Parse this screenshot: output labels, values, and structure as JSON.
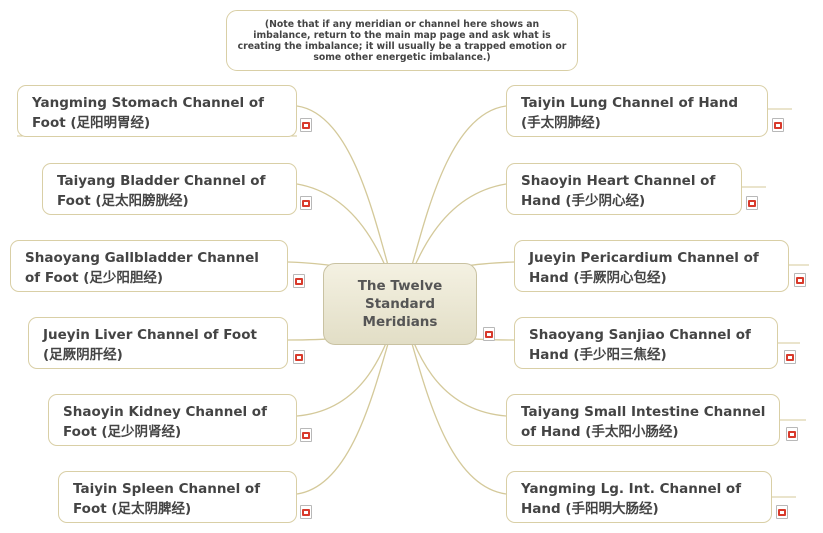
{
  "center_label": "The Twelve Standard Meridians",
  "note": "(Note that if any meridian or channel here shows an imbalance, return to the main map page and ask what is creating the imbalance; it will usually be a trapped emotion or some other energetic imbalance.)",
  "left_nodes": [
    {
      "label": "Yangming Stomach Channel of Foot (足阳明胃经)"
    },
    {
      "label": "Taiyang Bladder Channel of Foot (足太阳膀胱经)"
    },
    {
      "label": "Shaoyang Gallbladder Channel of Foot (足少阳胆经)"
    },
    {
      "label": "Jueyin Liver Channel of Foot (足厥阴肝经)"
    },
    {
      "label": "Shaoyin Kidney Channel of Foot (足少阴肾经)"
    },
    {
      "label": "Taiyin Spleen Channel of Foot (足太阴脾经)"
    }
  ],
  "right_nodes": [
    {
      "label": "Taiyin Lung Channel of Hand (手太阴肺经)"
    },
    {
      "label": "Shaoyin Heart Channel of Hand (手少阴心经)"
    },
    {
      "label": "Jueyin Pericardium Channel of Hand (手厥阴心包经)"
    },
    {
      "label": "Shaoyang Sanjiao Channel of Hand (手少阳三焦经)"
    },
    {
      "label": "Taiyang Small Intestine Channel of Hand (手太阳小肠经)"
    },
    {
      "label": "Yangming Lg. Int. Channel of Hand (手阳明大肠经)"
    }
  ],
  "colors": {
    "line": "#d4c99a",
    "border": "#d9cfa6",
    "icon": "#d83a2c"
  },
  "icons": {
    "node_link": "mindmap-link-icon"
  }
}
